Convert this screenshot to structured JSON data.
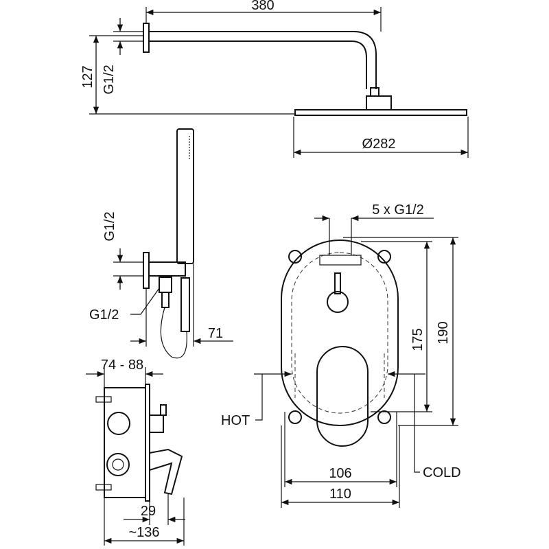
{
  "overhead_shower": {
    "arm_length": "380",
    "height": "127",
    "thread": "G1/2",
    "head_diameter": "Ø282"
  },
  "hand_shower": {
    "thread_top": "G1/2",
    "thread_bottom": "G1/2",
    "projection": "71"
  },
  "valve_front": {
    "outlets": "5 x G1/2",
    "height_inner": "175",
    "height_outer": "190",
    "hot_label": "HOT",
    "cold_label": "COLD",
    "width_inner": "106",
    "width_outer": "110"
  },
  "valve_side": {
    "depth_range": "74 - 88",
    "handle_offset": "29",
    "total_depth": "~136"
  }
}
